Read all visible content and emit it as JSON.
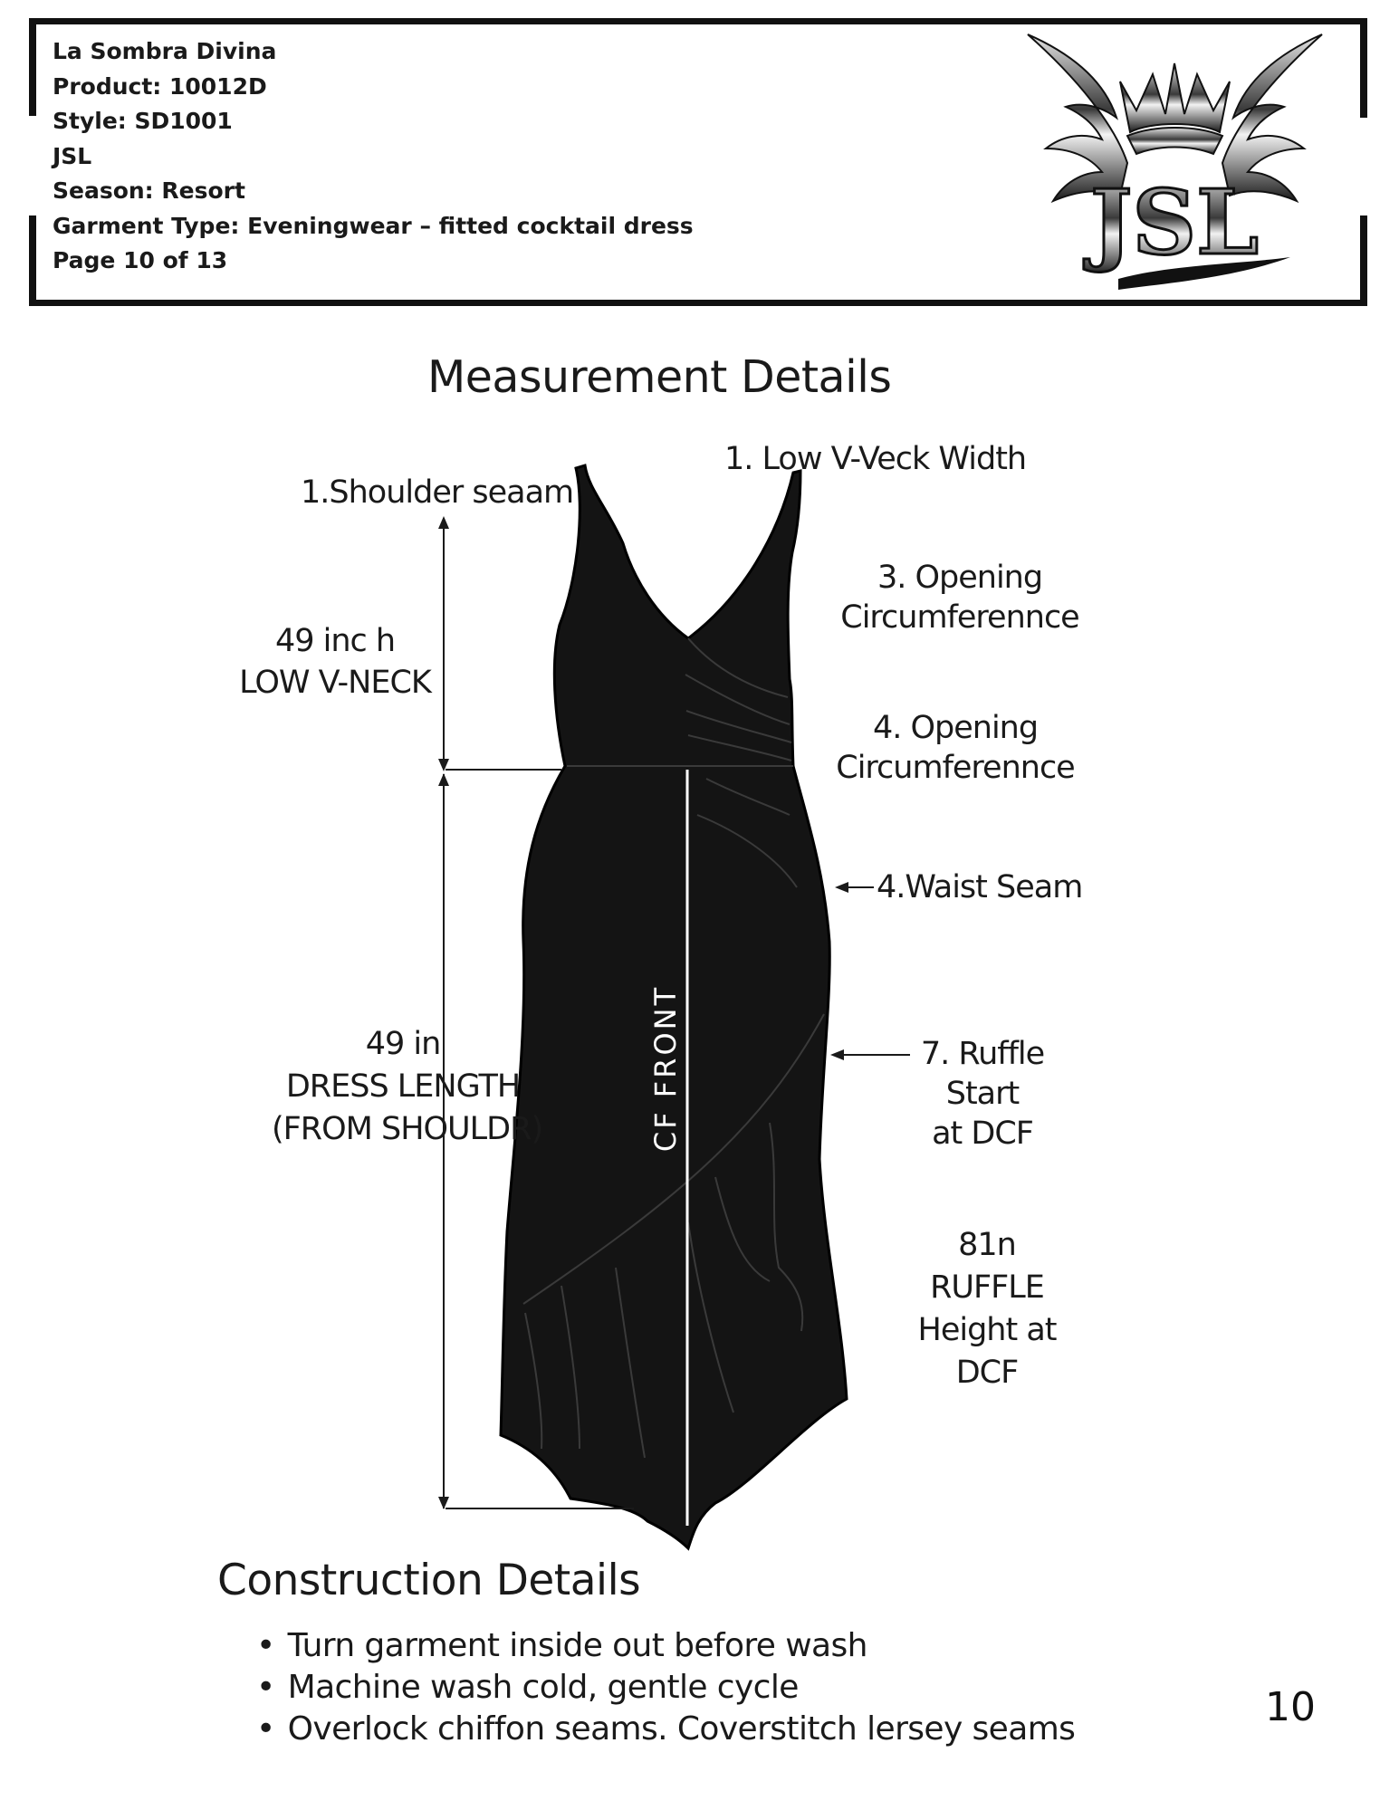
{
  "header": {
    "lines": [
      "La Sombra Divina",
      "Product: 10012D",
      "Style: SD1001",
      "JSL",
      "Season: Resort",
      "Garment Type: Eveningwear – fitted cocktail dress",
      "Page 10 of 13"
    ],
    "logo_text": "JSL"
  },
  "measurement": {
    "title": "Measurement Details",
    "labels": {
      "shoulder_seam": "1.Shoulder seaam",
      "low_v_neck_width": "1. Low V-Veck Width",
      "opening_3_line1": "3. Opening",
      "opening_3_line2": "Circumferennce",
      "opening_4_line1": "4. Opening",
      "opening_4_line2": "Circumferennce",
      "waist_seam": "4.Waist Seam",
      "ruffle_start_line1": "7. Ruffle",
      "ruffle_start_line2": "Start",
      "ruffle_start_line3": "at DCF",
      "ruffle_height_line1": "81n",
      "ruffle_height_line2": "RUFFLE",
      "ruffle_height_line3": "Height at",
      "ruffle_height_line4": "DCF",
      "neck_value": "49 inc h",
      "neck_name": "LOW V-NECK",
      "length_value": "49 in",
      "length_name_line1": "DRESS LENGTH",
      "length_name_line2": "(FROM SHOULDR)",
      "cf_front": "CF FRONT"
    }
  },
  "construction": {
    "title": "Construction Details",
    "items": [
      "Turn garment inside out before wash",
      "Machine wash cold, gentle cycle",
      "Overlock chiffon seams. Coverstitch lersey seams"
    ]
  },
  "page_number": "10",
  "colors": {
    "ink": "#1a1a1a",
    "dress": "#141414",
    "paper": "#ffffff"
  }
}
